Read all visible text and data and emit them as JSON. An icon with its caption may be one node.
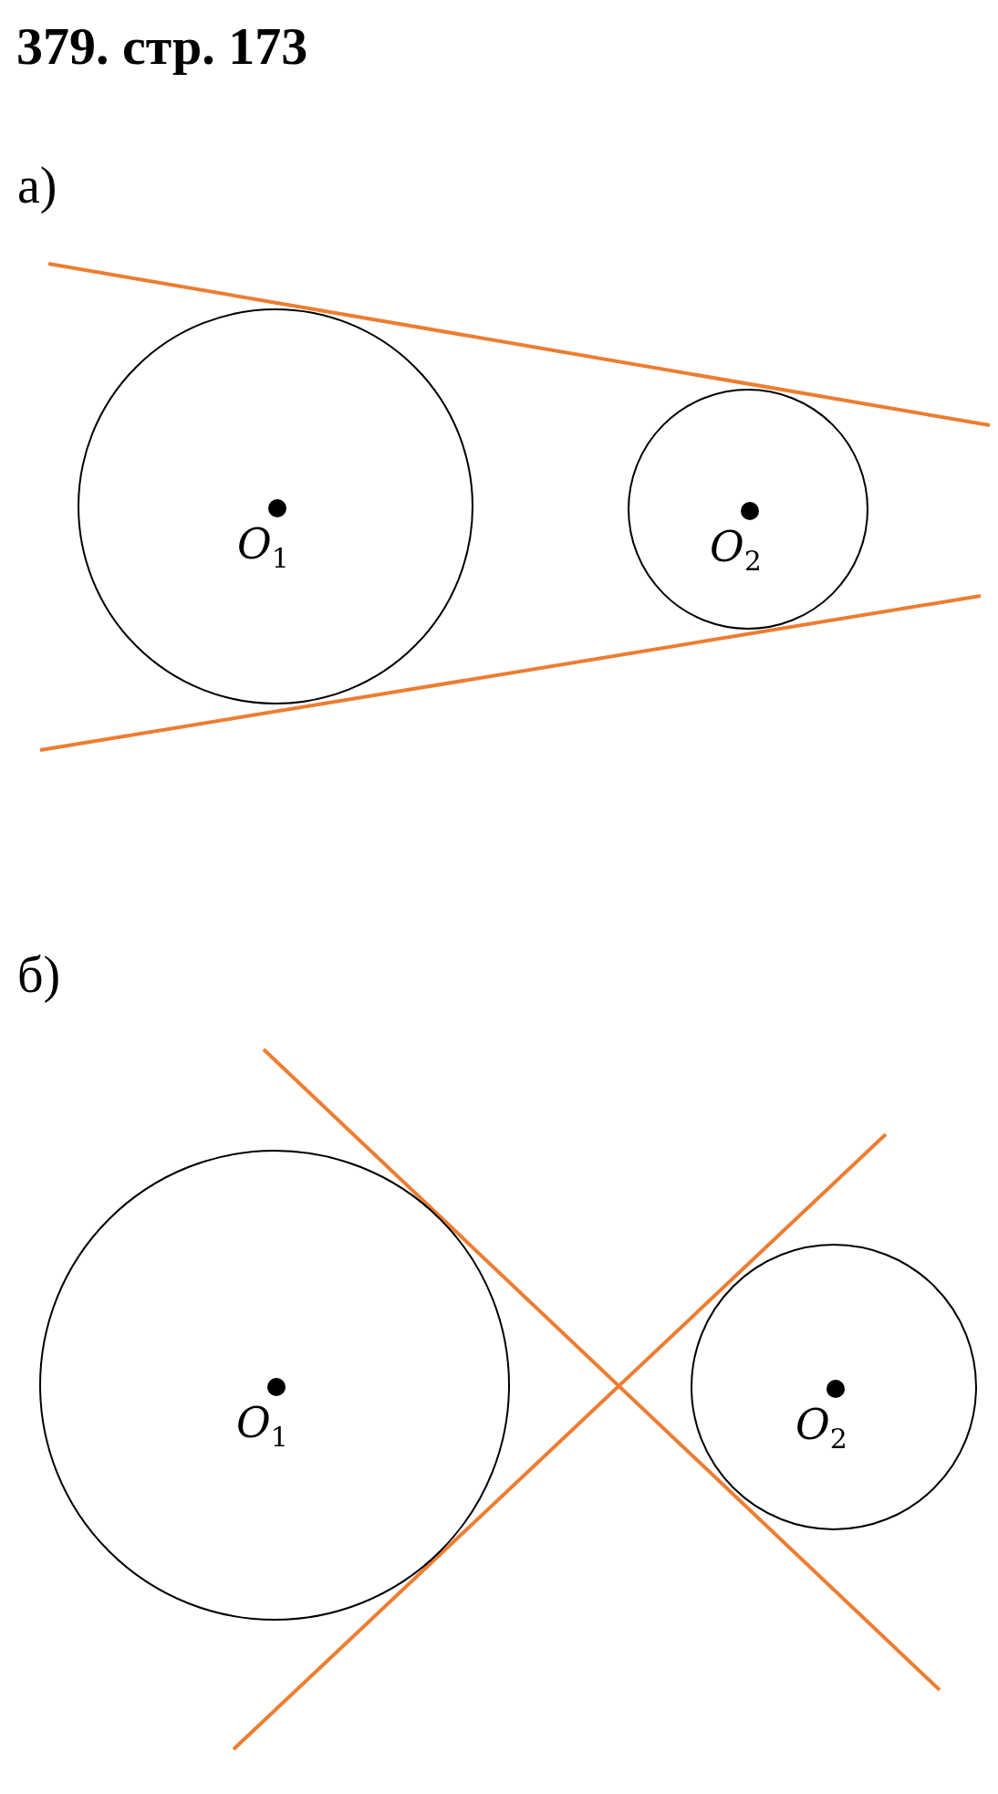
{
  "diagram": {
    "title": "379. стр. 173",
    "nodes": [
      {
        "text": [
          "O$_{1}$"
        ]
      },
      {
        "text": [
          "O$_{2}$"
        ]
      },
      {
        "text": [
          "O$_{1}$"
        ]
      },
      {
        "text": [
          "O$_{2}$"
        ]
      }
    ],
    "labels": [
      "а)",
      "б)"
    ]
  }
}
